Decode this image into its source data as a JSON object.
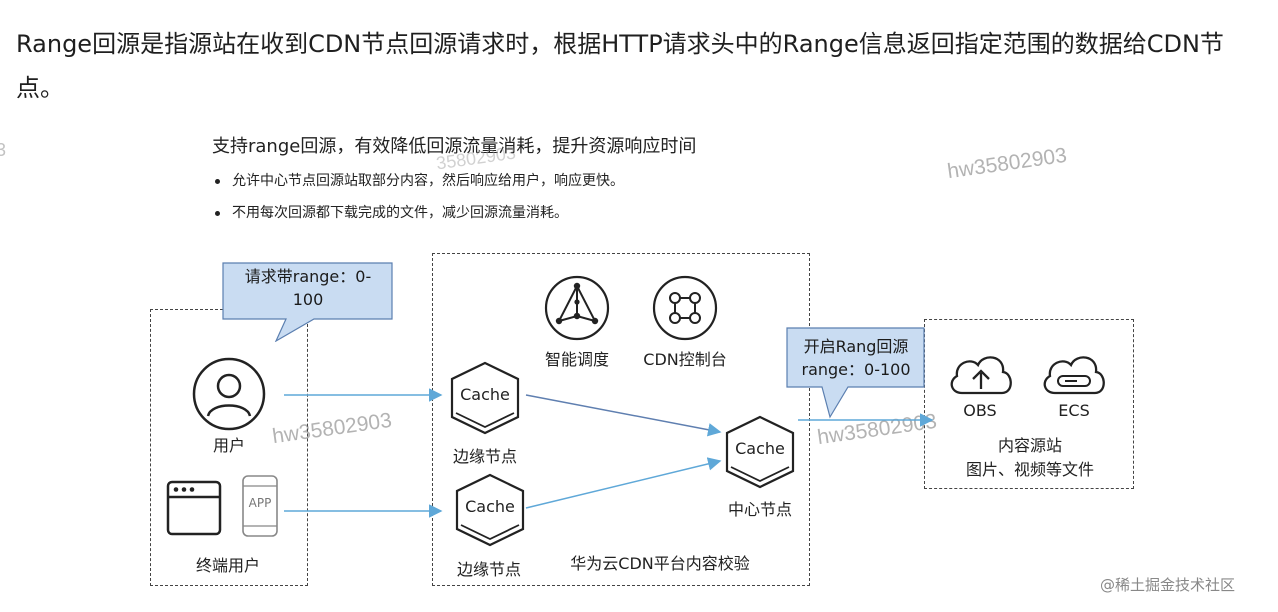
{
  "intro_text": "Range回源是指源站在收到CDN节点回源请求时，根据HTTP请求头中的Range信息返回指定范围的数据给CDN节点。",
  "benefit": {
    "title": "支持range回源，有效降低回源流量消耗，提升资源响应时间",
    "bullets": [
      "允许中心节点回源站取部分内容，然后响应给用户，响应更快。",
      "不用每次回源都下载完成的文件，减少回源流量消耗。"
    ]
  },
  "diagram": {
    "callout_request": {
      "line1": "请求带range：0-",
      "line2": "100"
    },
    "user_label": "用户",
    "app_text": "APP",
    "terminal_label": "终端用户",
    "smart_schedule_label": "智能调度",
    "cdn_console_label": "CDN控制台",
    "cache_text": "Cache",
    "edge_node_label_1": "边缘节点",
    "edge_node_label_2": "边缘节点",
    "center_node_label": "中心节点",
    "platform_label": "华为云CDN平台内容校验",
    "callout_origin": {
      "line1": "开启Rang回源",
      "line2": "range：0-100"
    },
    "obs_label": "OBS",
    "ecs_label": "ECS",
    "origin_label_1": "内容源站",
    "origin_label_2": "图片、视频等文件"
  },
  "watermarks": [
    "hw35802903",
    "hw35802903",
    "hw35802903",
    "35802903",
    "3"
  ],
  "footer_mark": "@稀土掘金技术社区",
  "colors": {
    "callout_fill": "#c9dcf2",
    "callout_border": "#5b7fb0",
    "arrow": "#5fa8d8",
    "icon_stroke": "#222222"
  }
}
